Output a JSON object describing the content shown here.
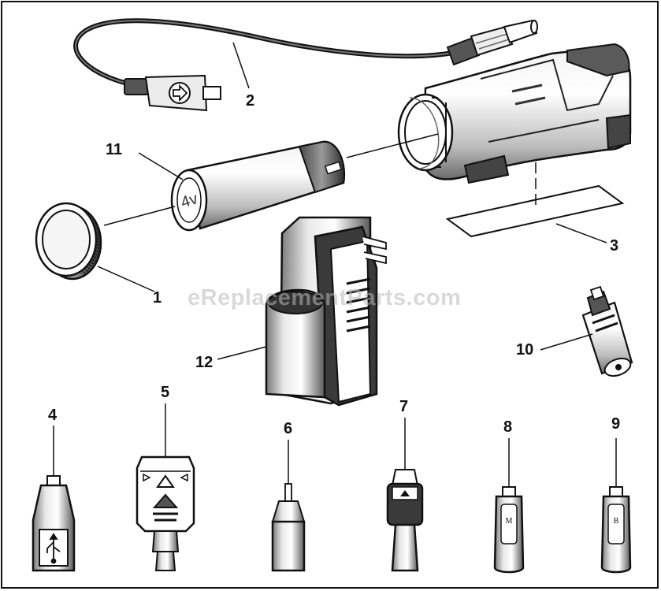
{
  "watermark": "eReplacementParts.com",
  "callouts": [
    {
      "id": "1",
      "part": "end-cap"
    },
    {
      "id": "2",
      "part": "usb-cable"
    },
    {
      "id": "3",
      "part": "label"
    },
    {
      "id": "4",
      "part": "usb-adapter"
    },
    {
      "id": "5",
      "part": "wide-connector-tip"
    },
    {
      "id": "6",
      "part": "pin-tip"
    },
    {
      "id": "7",
      "part": "flat-connector-tip"
    },
    {
      "id": "8",
      "part": "tip-m"
    },
    {
      "id": "9",
      "part": "tip-b"
    },
    {
      "id": "10",
      "part": "small-adapter"
    },
    {
      "id": "11",
      "part": "battery"
    },
    {
      "id": "12",
      "part": "wall-charger"
    }
  ],
  "battery_marking": "4v",
  "tip_markings": {
    "m": "M",
    "b": "B"
  },
  "colors": {
    "ink": "#111111",
    "shade": "#3a3a3a",
    "light": "#bdbdbd",
    "paper": "#ffffff"
  }
}
